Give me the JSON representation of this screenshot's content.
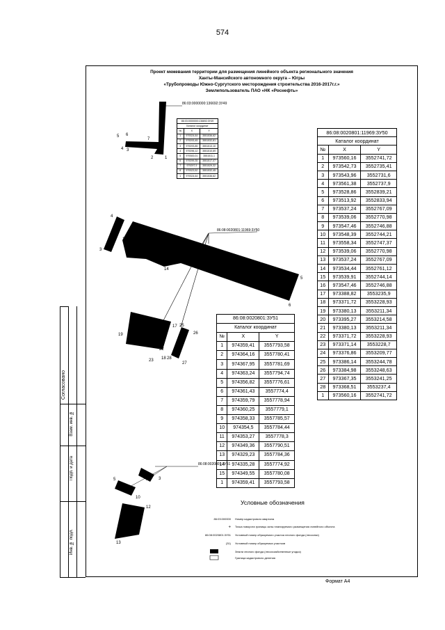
{
  "page_number": "574",
  "title_lines": [
    "Проект межевания территории для размещения линейного объекта регионального значения",
    "Ханты-Мансийского автономного округа – Югры",
    "«Трубопроводы Южно-Сургутского месторождения строительства 2016-2017г.г.»",
    "Землепользователь ПАО «НК «Роснефть»"
  ],
  "format_label": "Формат А4",
  "stamp": {
    "agreed": "Согласовано",
    "inv_no_replaced": "Взам. инв. №",
    "sign_date": "Подп. и дата",
    "inv_no_orig": "Инв. № подл."
  },
  "plot_labels": {
    "zu49": "86:03:0000000:136692:3У49",
    "zu50": "86:08:0020801:11969:3У50",
    "zu51": "86:08:0020801:3У51"
  },
  "catalog_zu50": {
    "title": "86:08:0020801:11969:ЗУ50",
    "subtitle": "Каталог координат",
    "headers": [
      "№",
      "X",
      "Y"
    ],
    "rows": [
      [
        "1",
        "973560,16",
        "3552741,72"
      ],
      [
        "2",
        "973542,73",
        "3552735,41"
      ],
      [
        "3",
        "973543,96",
        "3552731,6"
      ],
      [
        "4",
        "973561,38",
        "3552737,9"
      ],
      [
        "5",
        "973528,86",
        "3552839,21"
      ],
      [
        "6",
        "973513,92",
        "3552833,94"
      ],
      [
        "7",
        "973537,24",
        "3552767,09"
      ],
      [
        "8",
        "973539,06",
        "3552770,98"
      ],
      [
        "9",
        "973547,46",
        "3552746,88"
      ],
      [
        "10",
        "973548,39",
        "3552744,21"
      ],
      [
        "11",
        "973558,34",
        "3552747,37"
      ],
      [
        "12",
        "973539,06",
        "3552770,98"
      ],
      [
        "13",
        "973537,24",
        "3552767,09"
      ],
      [
        "14",
        "973534,44",
        "3552761,12"
      ],
      [
        "15",
        "973539,91",
        "3552744,14"
      ],
      [
        "16",
        "973547,46",
        "3552746,88"
      ],
      [
        "17",
        "973388,82",
        "3553235,9"
      ],
      [
        "18",
        "973371,72",
        "3553228,93"
      ],
      [
        "19",
        "973380,13",
        "3553211,34"
      ],
      [
        "20",
        "973395,27",
        "3553214,58"
      ],
      [
        "21",
        "973380,13",
        "3553211,34"
      ],
      [
        "22",
        "973371,72",
        "3553228,93"
      ],
      [
        "23",
        "973371,14",
        "3553228,7"
      ],
      [
        "24",
        "973376,86",
        "3553209,77"
      ],
      [
        "25",
        "973386,14",
        "3553244,78"
      ],
      [
        "26",
        "973384,98",
        "3553248,63"
      ],
      [
        "27",
        "973367,35",
        "3553241,25"
      ],
      [
        "28",
        "973368,51",
        "3553237,4"
      ],
      [
        "1",
        "973560,16",
        "3552741,72"
      ]
    ]
  },
  "catalog_zu51": {
    "title": "86:08:0020801:ЗУ51",
    "subtitle": "Каталог координат",
    "headers": [
      "№",
      "X",
      "Y"
    ],
    "rows": [
      [
        "1",
        "974359,41",
        "3557793,58"
      ],
      [
        "2",
        "974364,16",
        "3557780,41"
      ],
      [
        "3",
        "974367,95",
        "3557781,69"
      ],
      [
        "4",
        "974363,24",
        "3557794,74"
      ],
      [
        "5",
        "974356,82",
        "3557776,61"
      ],
      [
        "6",
        "974361,43",
        "3557774,4"
      ],
      [
        "7",
        "974359,79",
        "3557778,94"
      ],
      [
        "8",
        "974360,25",
        "3557779,1"
      ],
      [
        "9",
        "974358,33",
        "3557785,57"
      ],
      [
        "10",
        "974354,5",
        "3557784,44"
      ],
      [
        "11",
        "974353,27",
        "3557778,3"
      ],
      [
        "12",
        "974349,36",
        "3557790,51"
      ],
      [
        "13",
        "974329,23",
        "3557784,36"
      ],
      [
        "14",
        "974335,28",
        "3557774,92"
      ],
      [
        "15",
        "974349,55",
        "3557780,08"
      ],
      [
        "1",
        "974359,41",
        "3557793,58"
      ]
    ]
  },
  "catalog_zu49": {
    "title": "86:03:0000000:136692:ЗУ49",
    "subtitle": "Каталог координат",
    "headers": [
      "№",
      "X",
      "Y"
    ],
    "rows": [
      [
        "1",
        "979324,64",
        "3551536,62"
      ],
      [
        "2",
        "979293,45",
        "3551532,81"
      ],
      [
        "3",
        "979293,85",
        "3551513,10"
      ],
      [
        "4",
        "979296,12",
        "3551510,69"
      ],
      [
        "5",
        "979300,01",
        "3551511,1"
      ],
      [
        "6",
        "979299,35",
        "3551517,47"
      ],
      [
        "7",
        "979297,9",
        "3551529,32"
      ],
      [
        "8",
        "979323,52",
        "3551532,45"
      ],
      [
        "1",
        "979324,64",
        "3551536,62"
      ]
    ]
  },
  "legend": {
    "title": "Условные обозначения",
    "items": [
      {
        "symbol": "86:03:000000",
        "text": "Номер кадастрового квартала"
      },
      {
        "symbol": "✛",
        "text": "Точка поворота границы зоны планируемого размещения линейного объекта"
      },
      {
        "symbol": "86:08:0020801:3У51",
        "text": "Условный номер образуемого участка лесного фонда (лесосеки)"
      },
      {
        "symbol": "(31)",
        "text": "Условный номер образуемых участков"
      },
      {
        "symbol": "",
        "text": "Земли лесного фонда (лесохозяйственные угодья)"
      },
      {
        "symbol": "",
        "text": "Граница кадастрового деления"
      }
    ]
  }
}
